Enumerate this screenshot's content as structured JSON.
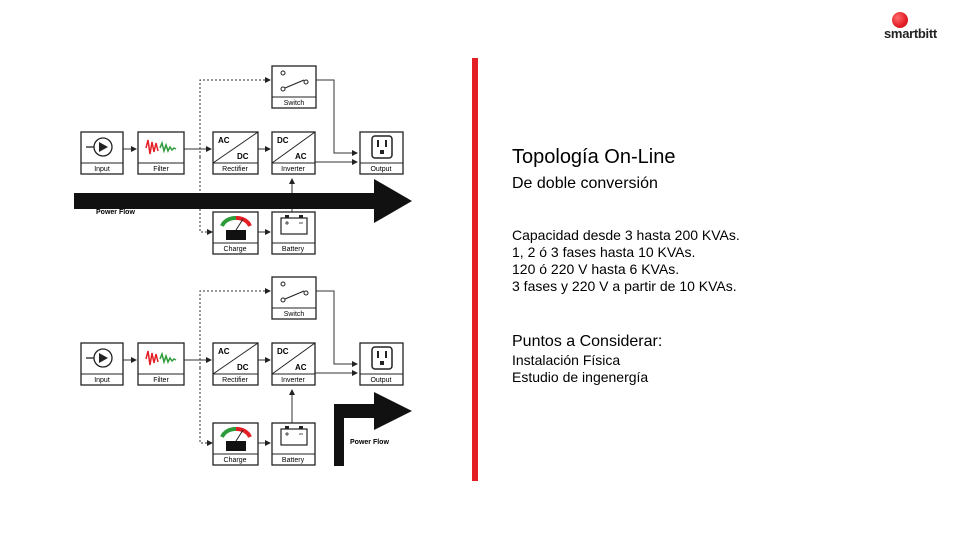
{
  "logo": {
    "text": "smartbitt"
  },
  "diagram": {
    "blocks": {
      "input": "Input",
      "filter": "Filter",
      "rectifier": "Rectifier",
      "inverter": "Inverter",
      "output": "Output",
      "switch": "Switch",
      "charge": "Charge",
      "battery": "Battery"
    },
    "ac": "AC",
    "dc": "DC",
    "power_flow": "Power Flow"
  },
  "content": {
    "title": "Topología On-Line",
    "subtitle": "De doble conversión",
    "specs": [
      "Capacidad desde 3 hasta 200 KVAs.",
      "1, 2 ó 3 fases hasta 10 KVAs.",
      "120 ó 220 V hasta 6 KVAs.",
      "3 fases y 220 V a partir de 10 KVAs."
    ],
    "points_title": "Puntos a Considerar:",
    "points": [
      "Instalación Física",
      "Estudio de ingenergía"
    ]
  },
  "colors": {
    "accent": "#e31e24"
  }
}
